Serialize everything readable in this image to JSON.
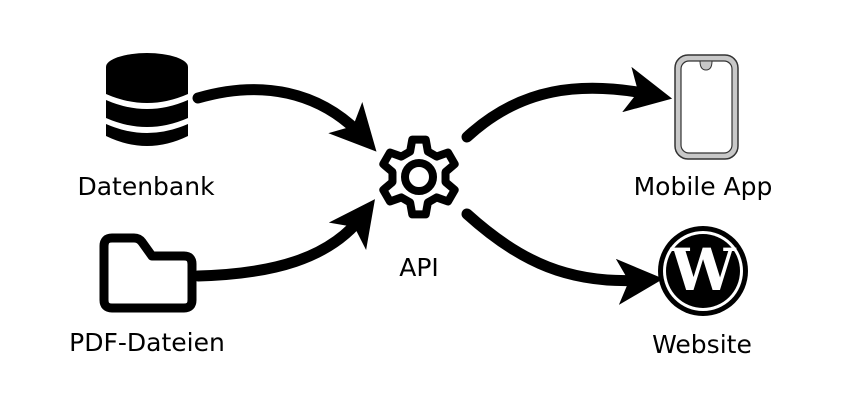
{
  "diagram": {
    "type": "data-flow",
    "nodes": [
      {
        "id": "db",
        "label": "Datenbank",
        "icon": "database-icon",
        "role": "source"
      },
      {
        "id": "pdf",
        "label": "PDF-Dateien",
        "icon": "folder-icon",
        "role": "source"
      },
      {
        "id": "api",
        "label": "API",
        "icon": "gear-icon",
        "role": "hub"
      },
      {
        "id": "mobile",
        "label": "Mobile App",
        "icon": "smartphone-icon",
        "role": "target"
      },
      {
        "id": "web",
        "label": "Website",
        "icon": "wordpress-icon",
        "role": "target"
      }
    ],
    "edges": [
      {
        "from": "db",
        "to": "api"
      },
      {
        "from": "pdf",
        "to": "api"
      },
      {
        "from": "api",
        "to": "mobile"
      },
      {
        "from": "api",
        "to": "web"
      }
    ],
    "colors": {
      "stroke": "#000000",
      "background": "#ffffff",
      "phone_frame": "#c8c8c8"
    }
  }
}
